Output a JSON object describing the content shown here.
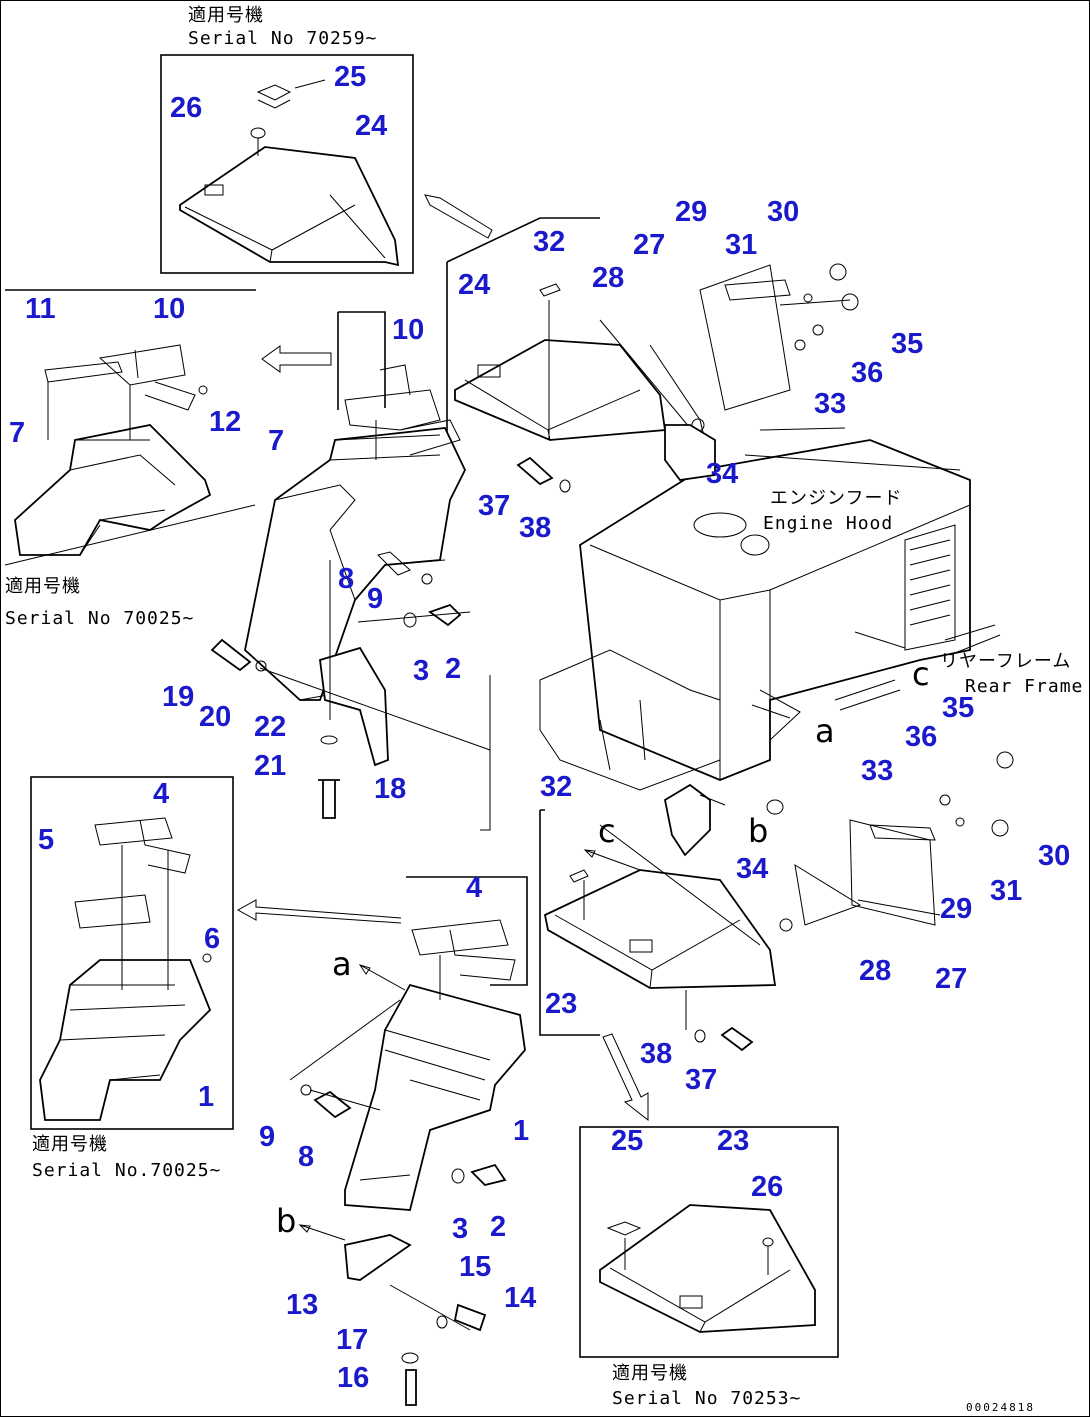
{
  "colors": {
    "callout": "#1a1acc",
    "line": "#000000",
    "background": "#ffffff"
  },
  "drawing_number": "00024818",
  "serial_labels": {
    "top": {
      "jp": "適用号機",
      "en": "Serial No 70259~"
    },
    "left": {
      "jp": "適用号機",
      "en": "Serial No 70025~"
    },
    "bottom_left": {
      "jp": "適用号機",
      "en": "Serial No.70025~"
    },
    "bottom_right": {
      "jp": "適用号機",
      "en": "Serial No 70253~"
    }
  },
  "part_labels": {
    "engine_hood": {
      "jp": "エンジンフード",
      "en": "Engine Hood"
    },
    "rear_frame": {
      "jp": "リヤーフレーム",
      "en": "Rear Frame"
    }
  },
  "view_letters": {
    "a": "a",
    "b": "b",
    "c": "c"
  },
  "callouts": [
    "1",
    "2",
    "3",
    "4",
    "5",
    "6",
    "7",
    "8",
    "9",
    "10",
    "11",
    "12",
    "13",
    "14",
    "15",
    "16",
    "17",
    "18",
    "19",
    "20",
    "21",
    "22",
    "23",
    "24",
    "25",
    "26",
    "27",
    "28",
    "29",
    "30",
    "31",
    "32",
    "33",
    "34",
    "35",
    "36",
    "37",
    "38"
  ]
}
